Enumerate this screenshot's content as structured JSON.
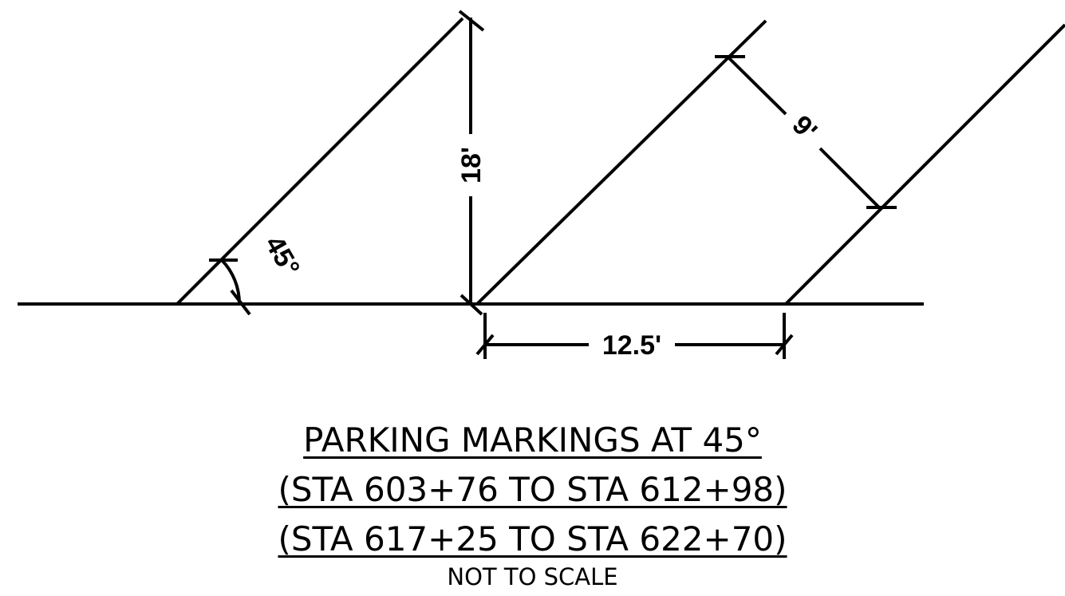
{
  "diagram": {
    "dimensions": {
      "stall_length": "18'",
      "stall_width": "9'",
      "curb_length": "12.5'",
      "angle": "45°"
    },
    "title": {
      "line1": "PARKING MARKINGS AT 45°",
      "line2": "(STA 603+76 TO STA 612+98)",
      "line3": "(STA 617+25 TO STA 622+70)",
      "note": "NOT TO SCALE"
    }
  }
}
